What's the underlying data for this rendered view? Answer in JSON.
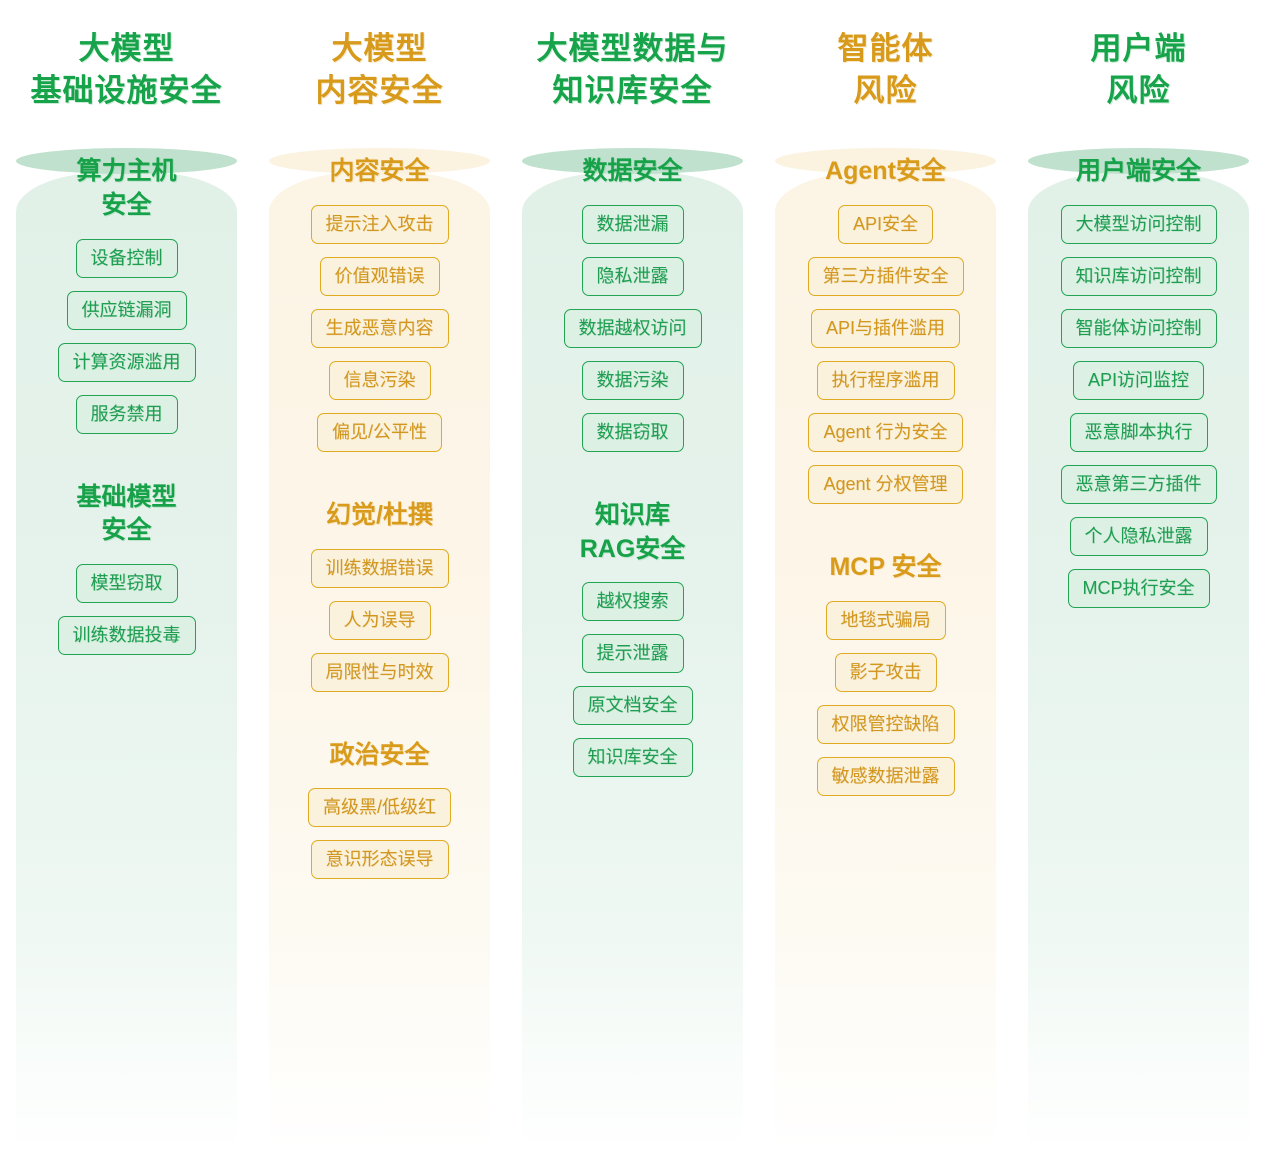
{
  "theme": {
    "green_accent": "#16a34a",
    "amber_accent": "#d89a1b",
    "green_tag_bg": "#dcf0e3",
    "green_tag_border": "#23a454",
    "amber_tag_bg": "#fbf2de",
    "amber_tag_border": "#e0ab21",
    "pillar_green": "#e1f1e8",
    "pillar_amber": "#fcf4e4",
    "background": "#ffffff"
  },
  "columns": [
    {
      "id": "infrastructure",
      "color": "green",
      "title": "大模型\n基础设施安全",
      "groups": [
        {
          "title": "算力主机\n安全",
          "tags": [
            "设备控制",
            "供应链漏洞",
            "计算资源滥用",
            "服务禁用"
          ]
        },
        {
          "title": "基础模型\n安全",
          "tags": [
            "模型窃取",
            "训练数据投毒"
          ]
        }
      ]
    },
    {
      "id": "content",
      "color": "amber",
      "title": "大模型\n内容安全",
      "groups": [
        {
          "title": "内容安全",
          "tags": [
            "提示注入攻击",
            "价值观错误",
            "生成恶意内容",
            "信息污染",
            "偏见/公平性"
          ]
        },
        {
          "title": "幻觉/杜撰",
          "tags": [
            "训练数据错误",
            "人为误导",
            "局限性与时效"
          ]
        },
        {
          "title": "政治安全",
          "tags": [
            "高级黑/低级红",
            "意识形态误导"
          ]
        }
      ]
    },
    {
      "id": "data-kb",
      "color": "green",
      "title": "大模型数据与\n知识库安全",
      "groups": [
        {
          "title": "数据安全",
          "tags": [
            "数据泄漏",
            "隐私泄露",
            "数据越权访问",
            "数据污染",
            "数据窃取"
          ]
        },
        {
          "title": "知识库\nRAG安全",
          "tags": [
            "越权搜索",
            "提示泄露",
            "原文档安全",
            "知识库安全"
          ]
        }
      ]
    },
    {
      "id": "agent",
      "color": "amber",
      "title": "智能体\n风险",
      "groups": [
        {
          "title": "Agent安全",
          "tags": [
            "API安全",
            "第三方插件安全",
            "API与插件滥用",
            "执行程序滥用",
            "Agent 行为安全",
            "Agent 分权管理"
          ]
        },
        {
          "title": "MCP 安全",
          "tags": [
            "地毯式骗局",
            "影子攻击",
            "权限管控缺陷",
            "敏感数据泄露"
          ]
        }
      ]
    },
    {
      "id": "client",
      "color": "green",
      "title": "用户端\n风险",
      "groups": [
        {
          "title": "用户端安全",
          "tags": [
            "大模型访问控制",
            "知识库访问控制",
            "智能体访问控制",
            "API访问监控",
            "恶意脚本执行",
            "恶意第三方插件",
            "个人隐私泄露",
            "MCP执行安全"
          ]
        }
      ]
    }
  ]
}
